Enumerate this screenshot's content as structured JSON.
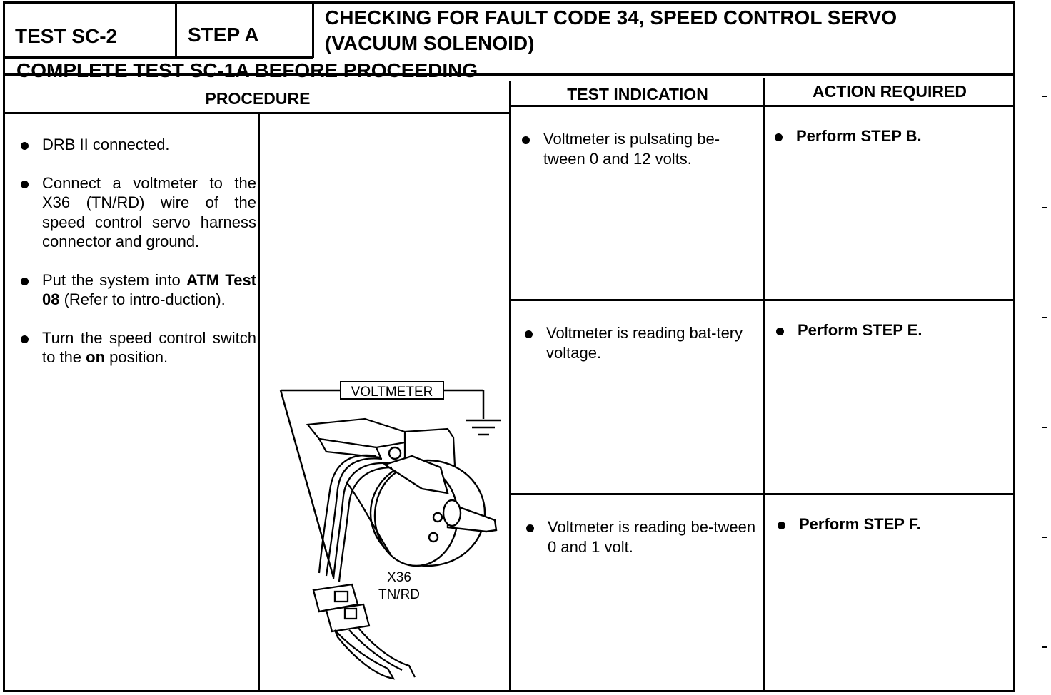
{
  "header": {
    "test_id": "TEST SC-2",
    "step_id": "STEP A",
    "title_line1": "CHECKING FOR FAULT CODE 34, SPEED CONTROL SERVO",
    "title_line2": "(VACUUM SOLENOID)",
    "prerequisite": "COMPLETE TEST SC-1A BEFORE PROCEEDING"
  },
  "columns": {
    "procedure": "PROCEDURE",
    "test_indication": "TEST INDICATION",
    "action_required": "ACTION REQUIRED"
  },
  "procedure": {
    "step1": "DRB II connected.",
    "step2": "Connect a voltmeter to the X36 (TN/RD) wire of the speed control servo harness connector and ground.",
    "step3_prefix": "Put the system into ",
    "step3_bold": "ATM Test 08",
    "step3_suffix": " (Refer to intro-duction).",
    "step4_prefix": "Turn the speed control switch to the ",
    "step4_bold": "on",
    "step4_suffix": " position."
  },
  "rows": [
    {
      "indication": "Voltmeter is pulsating be-tween 0 and 12 volts.",
      "action": "Perform STEP B."
    },
    {
      "indication": "Voltmeter is reading bat-tery voltage.",
      "action": "Perform STEP E."
    },
    {
      "indication": "Voltmeter is reading be-tween 0 and 1 volt.",
      "action": "Perform STEP F."
    }
  ],
  "illustration": {
    "meter_label": "VOLTMETER",
    "wire_code": "X36",
    "wire_color": "TN/RD"
  }
}
